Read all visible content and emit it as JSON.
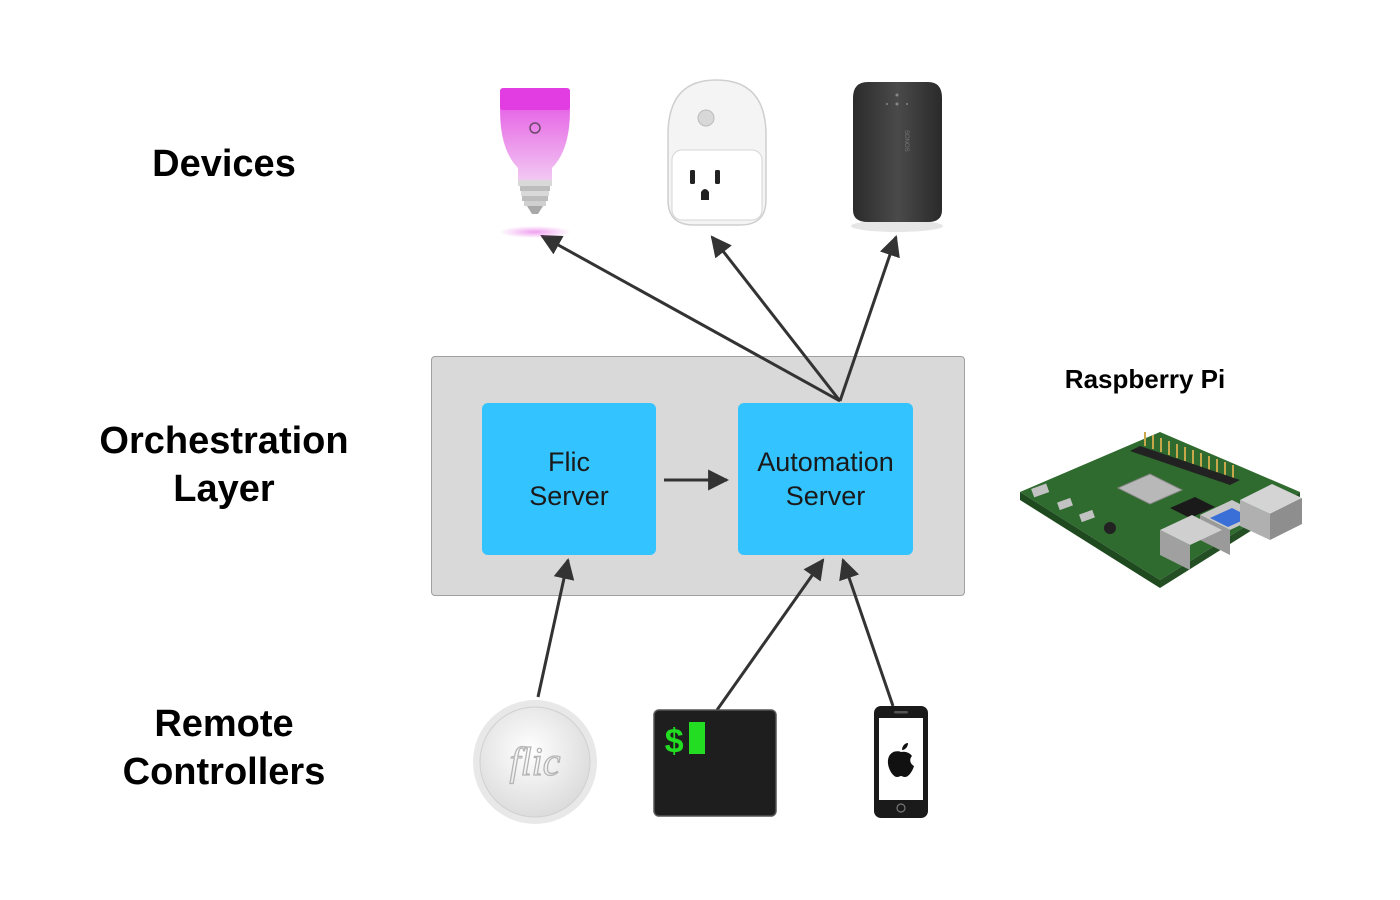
{
  "layers": {
    "devices": "Devices",
    "orchestration": "Orchestration\nLayer",
    "remote": "Remote\nControllers"
  },
  "servers": {
    "flic": "Flic\nServer",
    "automation": "Automation\nServer"
  },
  "hardware": {
    "rpi_label": "Raspberry Pi"
  },
  "devices": [
    {
      "name": "smart-bulb",
      "icon": "lightbulb-icon"
    },
    {
      "name": "smart-plug",
      "icon": "smart-plug-icon"
    },
    {
      "name": "smart-speaker",
      "icon": "speaker-icon",
      "brand": "SONOS"
    }
  ],
  "controllers": [
    {
      "name": "flic-button",
      "icon": "flic-button-icon",
      "text": "flic"
    },
    {
      "name": "terminal",
      "icon": "terminal-icon",
      "prompt": "$"
    },
    {
      "name": "iphone",
      "icon": "iphone-icon"
    }
  ],
  "colors": {
    "server_fill": "#33c3ff",
    "orchestration_fill": "#d9d9d9",
    "arrow": "#333333",
    "terminal_prompt": "#22dd22",
    "bulb_glow": "#e040e0"
  }
}
